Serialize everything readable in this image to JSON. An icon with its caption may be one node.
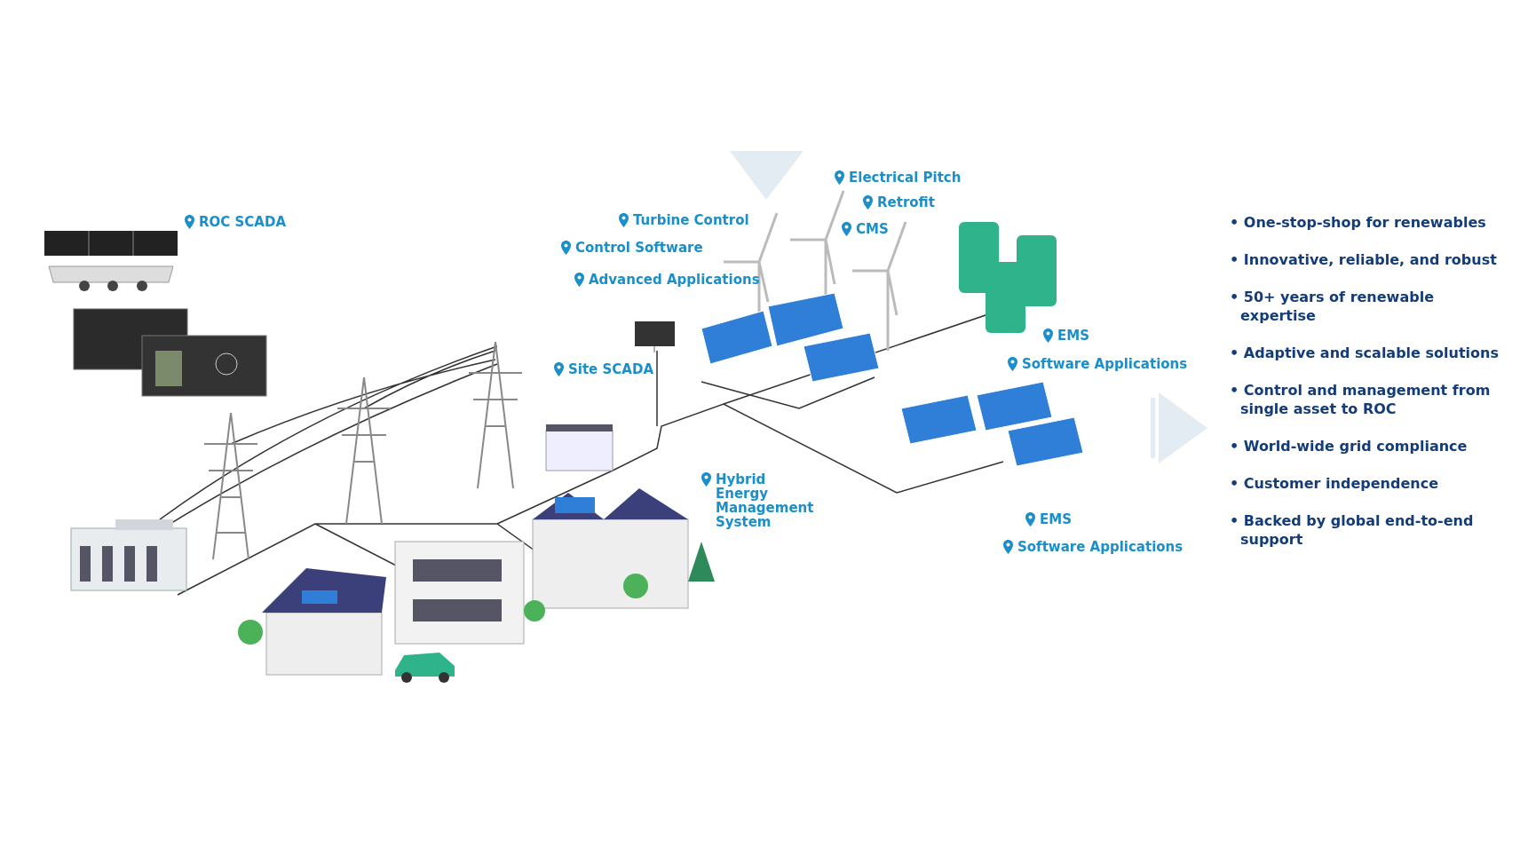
{
  "diagram": {
    "labels": [
      "ROC SCADA",
      "Electrical Pitch",
      "Retrofit",
      "Turbine Control",
      "CMS",
      "Control Software",
      "Advanced Applications",
      "EMS",
      "Software Applications",
      "Site SCADA",
      "Hybrid Energy Management System",
      "EMS",
      "Software Applications",
      "• One-stop-shop for renewables",
      "• Innovative, reliable, and robust",
      "• 50+ years of renewable expertise",
      "• Adaptive and scalable solutions",
      "• Control and management from single asset to ROC",
      "• World-wide grid compliance",
      "• Customer independence",
      "• Backed by global end-to-end support"
    ]
  }
}
